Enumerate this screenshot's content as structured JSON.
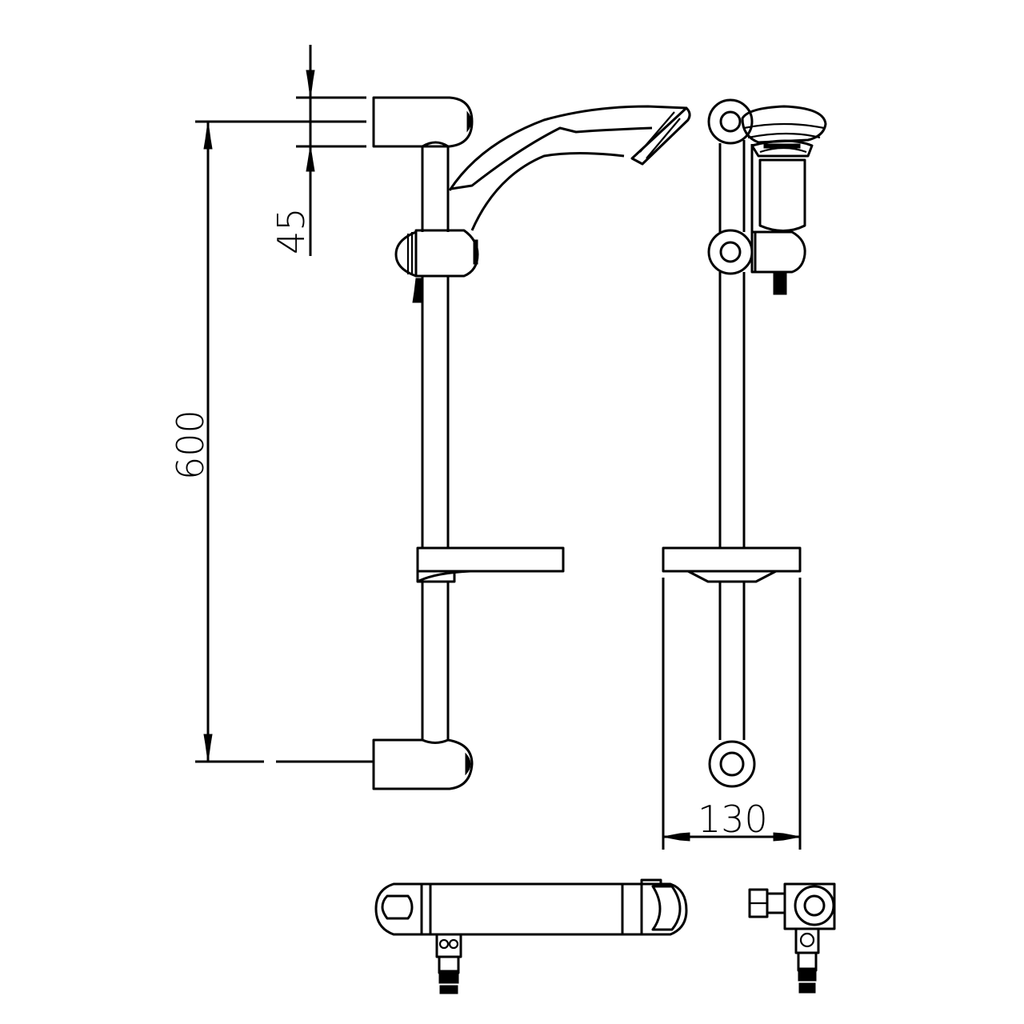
{
  "drawing": {
    "type": "technical drawing",
    "subject": "shower slide rail kit with hand shower, soap dish and thermostatic mixer",
    "line_color": "#000000",
    "background": "#ffffff"
  },
  "dimensions": {
    "rail_height": {
      "value": "600",
      "orientation": "vertical"
    },
    "bracket_height": {
      "value": "45",
      "orientation": "vertical"
    },
    "depth": {
      "value": "130",
      "orientation": "horizontal"
    }
  },
  "views": [
    {
      "name": "front-view",
      "parts": [
        "top-bracket",
        "rail",
        "slider-holder",
        "hand-shower",
        "soap-dish",
        "bottom-bracket"
      ]
    },
    {
      "name": "side-view",
      "parts": [
        "top-bracket",
        "rail",
        "slider-holder",
        "hand-shower",
        "soap-dish",
        "bottom-bracket"
      ]
    },
    {
      "name": "mixer-front-view",
      "parts": [
        "mixer-body",
        "inlet-connector"
      ]
    },
    {
      "name": "mixer-side-view",
      "parts": [
        "mixer-body",
        "inlet-connector"
      ]
    }
  ]
}
